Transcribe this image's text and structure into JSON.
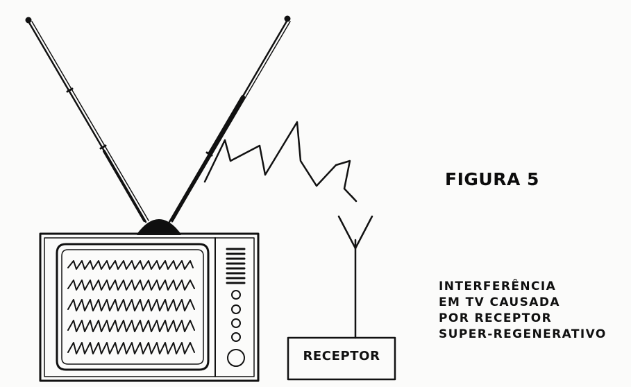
{
  "figure": {
    "title": "FIGURA 5",
    "caption_lines": [
      "INTERFERÊNCIA",
      "EM TV CAUSADA",
      "POR RECEPTOR",
      "SUPER-REGENERATIVO"
    ]
  },
  "receiver": {
    "label": "RECEPTOR"
  },
  "colors": {
    "ink": "#111111",
    "paper": "#fbfbfa"
  }
}
